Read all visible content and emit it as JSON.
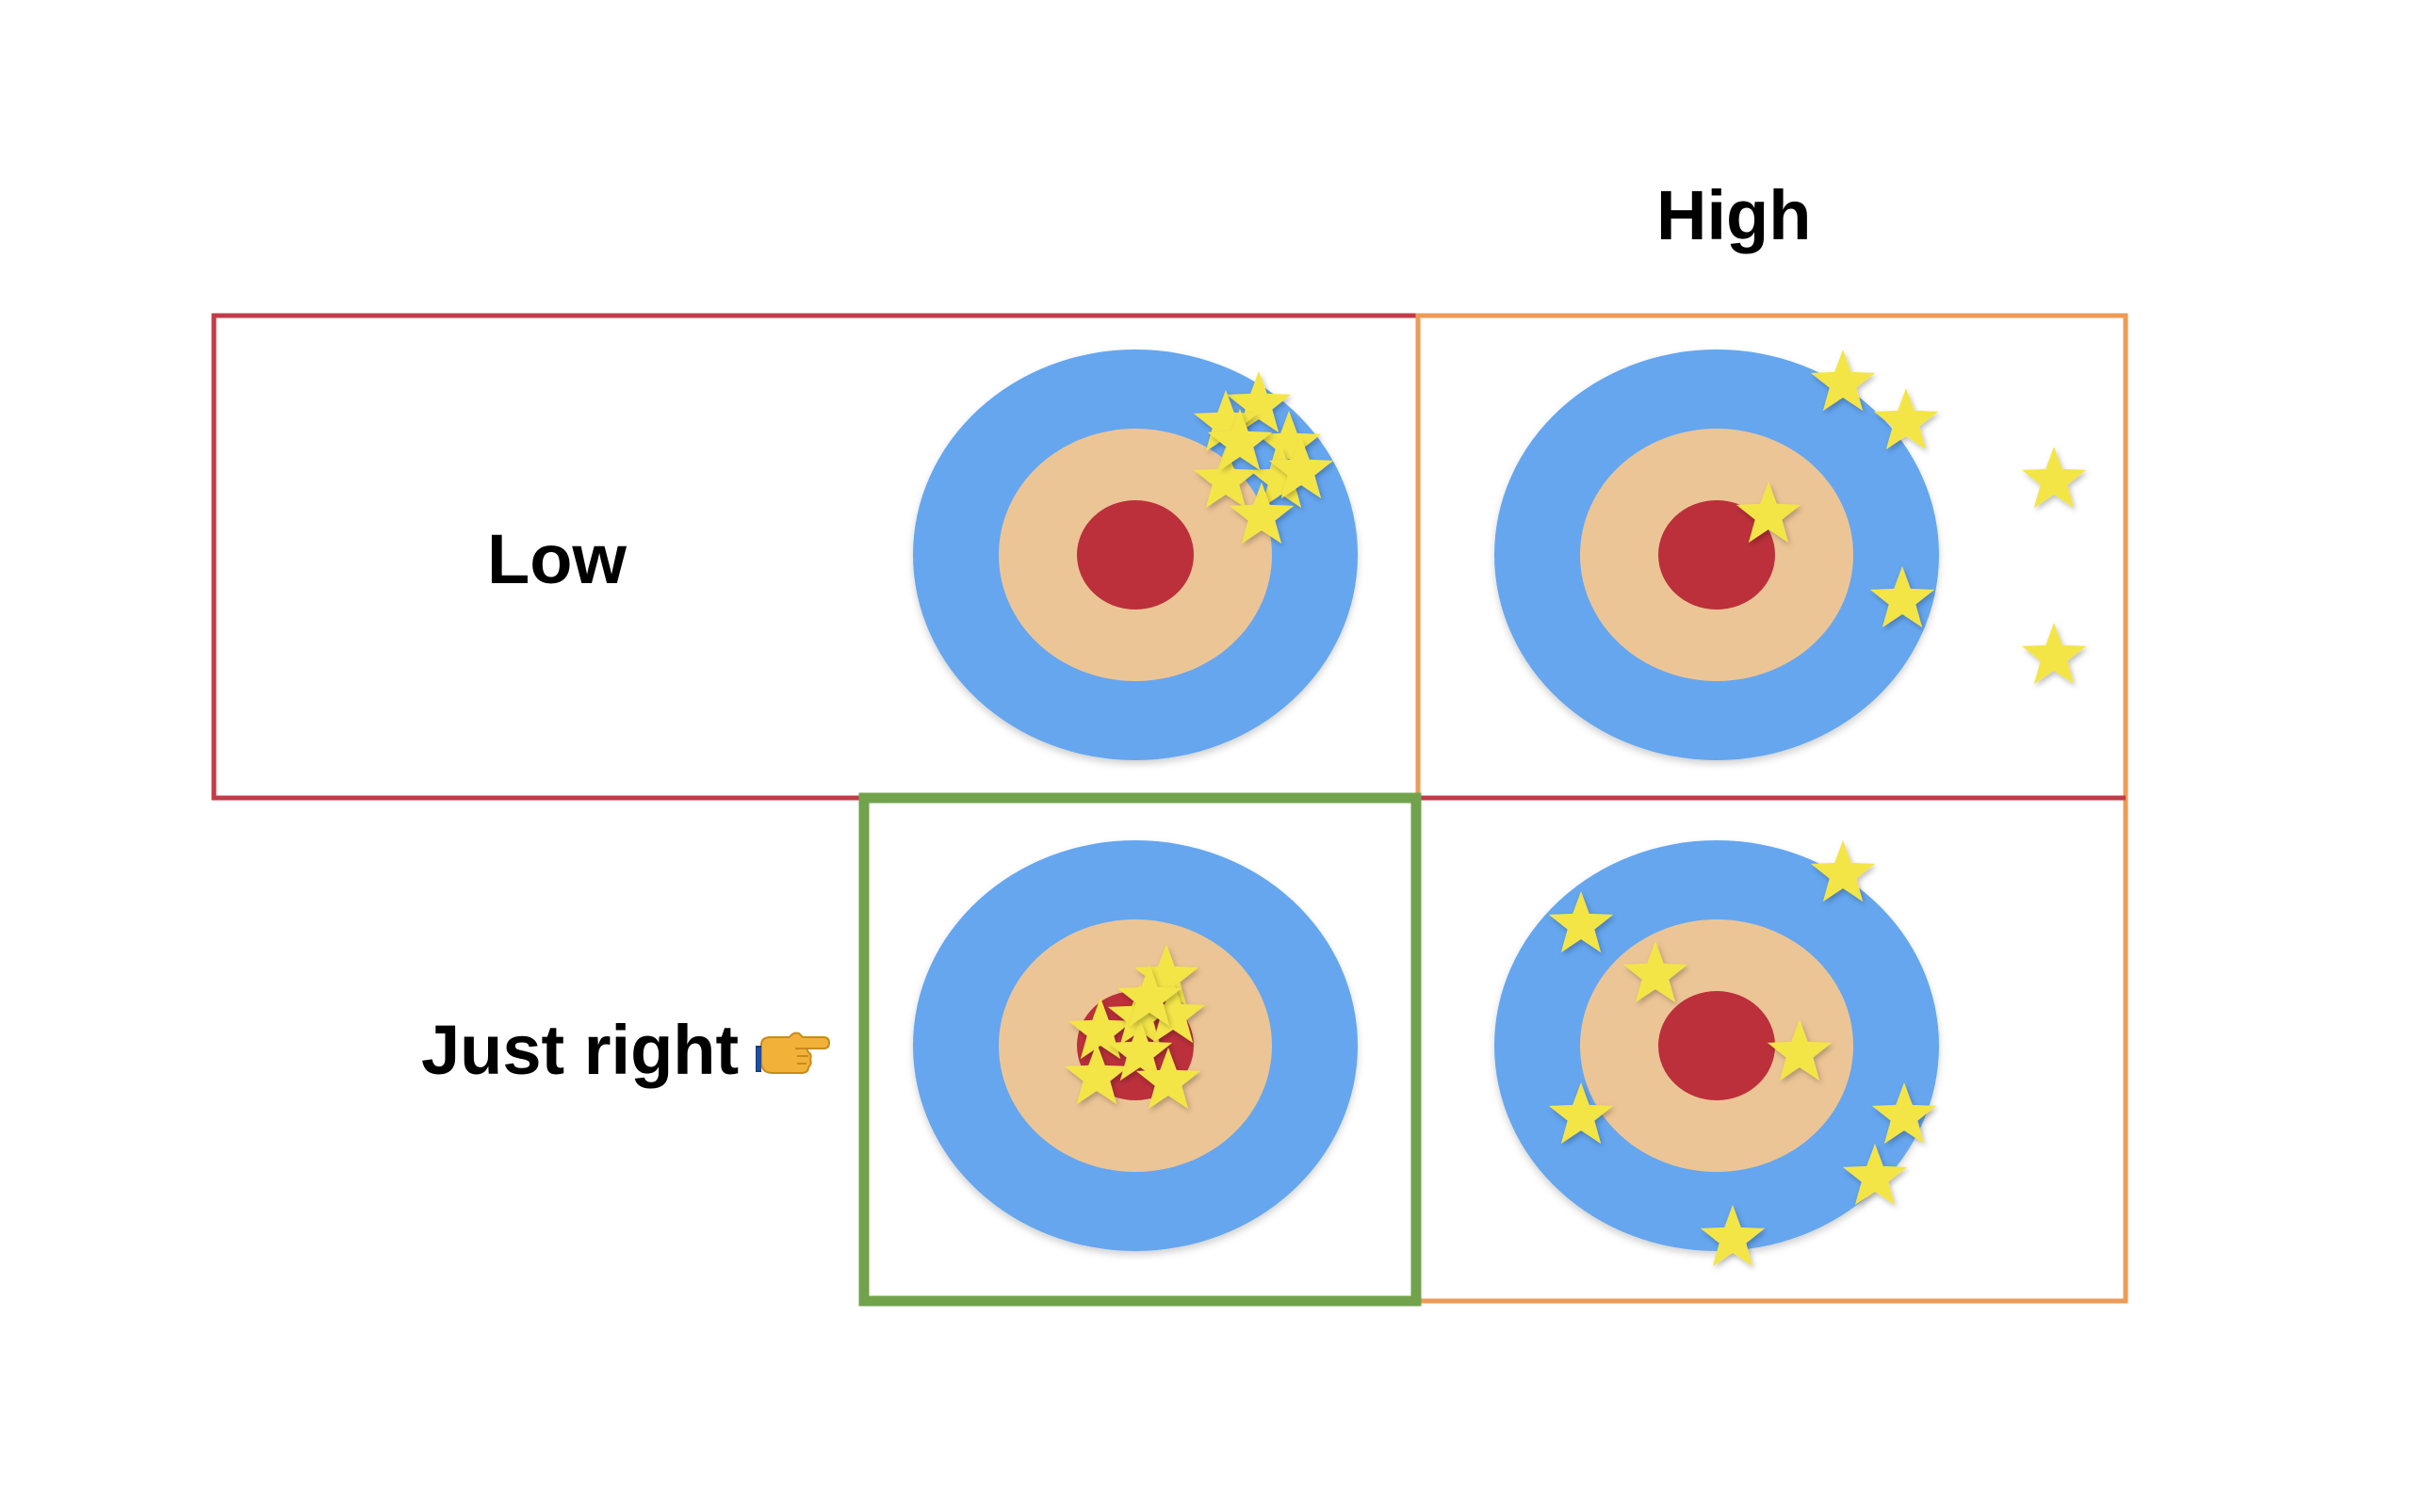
{
  "labels": {
    "high": "High",
    "low": "Low",
    "just_right": "Just right"
  },
  "icons": {
    "pointer": "pointing-right-hand-icon",
    "marker": "star-icon"
  },
  "colors": {
    "target_outer": "#65a6ef",
    "target_middle": "#ecc596",
    "target_bullseye": "#bb303b",
    "star": "#f4e546",
    "frame_low": "#c23b47",
    "frame_high": "#ee9a55",
    "frame_just_right": "#72a34c",
    "background": "#ffffff"
  },
  "targets": [
    {
      "name": "target-top-left",
      "stars": 8
    },
    {
      "name": "target-top-right",
      "stars": 6
    },
    {
      "name": "target-bottom-left",
      "stars": 8
    },
    {
      "name": "target-bottom-right",
      "stars": 8
    }
  ]
}
